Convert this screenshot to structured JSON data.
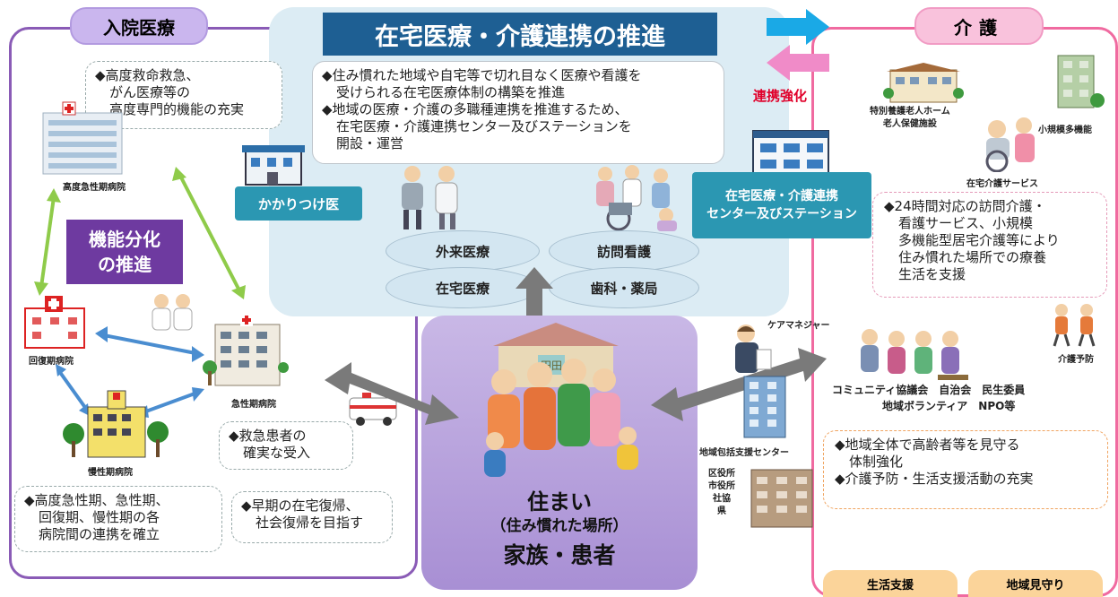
{
  "left_section": {
    "tab_label": "入院医療"
  },
  "right_section": {
    "tab_label": "介護"
  },
  "center": {
    "title": "在宅医療・介護連携の推進",
    "note_lines": [
      "◆住み慣れた地域や自宅等で切れ目なく医療や看護を",
      "受けられる在宅医療体制の構築を推進",
      "◆地域の医療・介護の多職種連携を推進するため、",
      "在宅医療・介護連携センター及びステーションを",
      "開設・運営"
    ],
    "family_doctor_label": "かかりつけ医",
    "center_station_lines": [
      "在宅医療・介護連携",
      "センター及びステーション"
    ],
    "services": [
      "外来医療",
      "訪問看護",
      "在宅医療",
      "歯科・薬局"
    ]
  },
  "cooperation_label": "連携強化",
  "hospital_care": {
    "note_advanced_lines": [
      "◆高度救命救急、",
      "がん医療等の",
      "高度専門的機能の充実"
    ],
    "advanced_hospital_label": "高度急性期病院",
    "function_division_lines": [
      "機能分化",
      "の推進"
    ],
    "recovery_hospital_label": "回復期病院",
    "acute_hospital_label": "急性期病院",
    "chronic_hospital_label": "慢性期病院",
    "note_emergency_lines": [
      "◆救急患者の",
      "確実な受入"
    ],
    "note_cooperation_lines": [
      "◆高度急性期、急性期、",
      "回復期、慢性期の各",
      "病院間の連携を確立"
    ],
    "note_return_lines": [
      "◆早期の在宅復帰、",
      "社会復帰を目指す"
    ]
  },
  "home": {
    "title": "住まい",
    "subtitle": "（住み慣れた場所）",
    "caption": "家族・患者"
  },
  "care": {
    "nursing_home_lines": [
      "特別養護老人ホーム",
      "老人保健施設"
    ],
    "small_multi_label": "小規模多機能",
    "home_care_service_label": "在宅介護サービス",
    "note_service_lines": [
      "◆24時間対応の訪問介護・",
      "看護サービス、小規模",
      "多機能型居宅介護等により",
      "住み慣れた場所での療養",
      "生活を支援"
    ],
    "care_manager_label": "ケアマネジャー",
    "prevention_label": "介護予防",
    "community_line1": "コミュニティ協議会　自治会　民生委員",
    "community_line2": "地域ボランティア　NPO等",
    "support_center_label": "地域包括支援センター",
    "government_lines": [
      "区役所",
      "市役所",
      "社協",
      "県"
    ],
    "note_watch_lines": [
      "◆地域全体で高齢者等を見守る",
      "体制強化",
      "◆介護予防・生活支援活動の充実"
    ],
    "bottom_tabs": [
      "生活支援",
      "地域見守り"
    ]
  },
  "colors": {
    "left_border": "#8a5bb6",
    "right_border": "#f06aa0",
    "title_banner": "#1e5f93",
    "teal_box": "#2b97b2",
    "home_box": "#b29dda",
    "function_box": "#6e3aa0",
    "green_arrow": "#8fcb4a",
    "blue_arrow": "#4a8dd0",
    "gray_arrow": "#777777",
    "red_label": "#e0002a"
  }
}
